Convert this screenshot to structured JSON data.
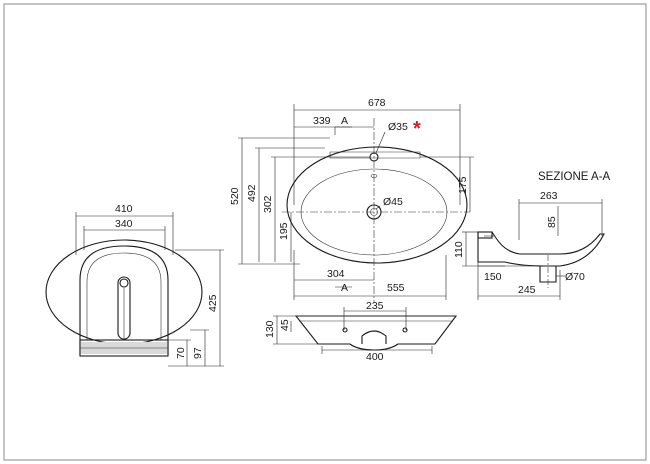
{
  "colors": {
    "frame": "#888888",
    "line": "#1a1a1a",
    "marker": "#d0202a",
    "shade": "#d9d9d9"
  },
  "dimensions": {
    "width_total": "678",
    "half_width": "339",
    "hole_small": "Ø35",
    "hole_drain": "Ø45",
    "height_520": "520",
    "height_492": "492",
    "height_302": "302",
    "height_195": "195",
    "depth_175": "175",
    "width_304": "304",
    "width_555": "555",
    "section_letter_top": "A",
    "section_letter_bottom": "A",
    "front_410": "410",
    "front_340": "340",
    "front_425": "425",
    "front_70": "70",
    "front_97": "97",
    "base_235": "235",
    "base_400": "400",
    "base_130": "130",
    "base_45": "45",
    "sec_263": "263",
    "sec_85": "85",
    "sec_110": "110",
    "sec_150": "150",
    "sec_245": "245",
    "sec_drain": "Ø70"
  },
  "section_title": "SEZIONE A-A",
  "marker_glyph": "*"
}
